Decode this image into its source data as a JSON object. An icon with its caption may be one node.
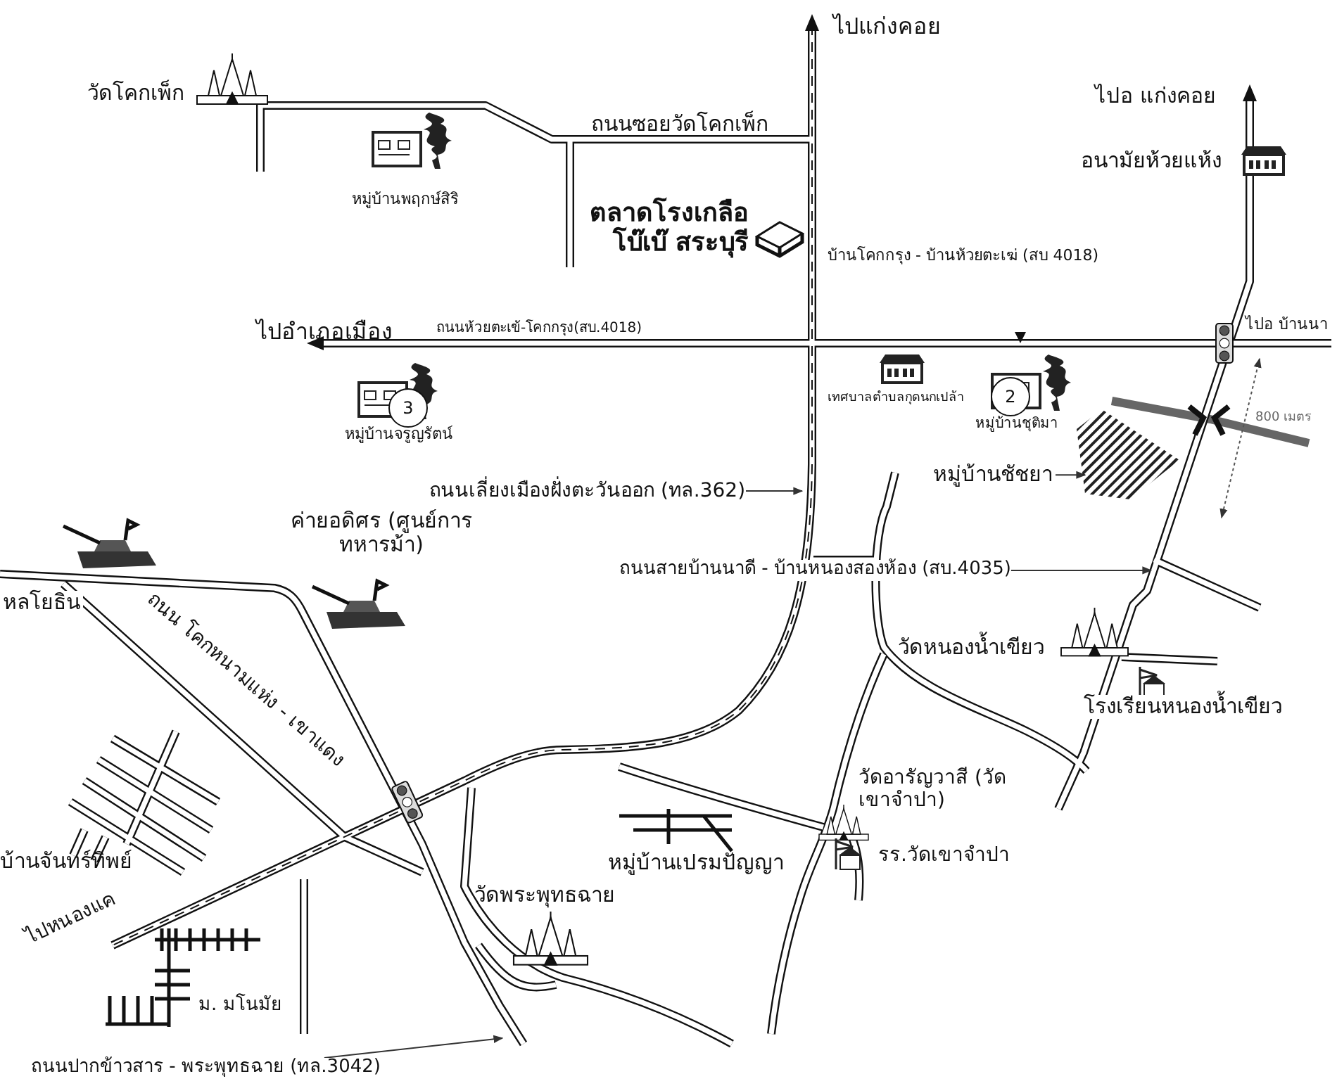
{
  "diagram": {
    "nodes": [
      {
        "text": [
          "ถนนเลี่ยงเมืองฝั่งตะวันออก (ทล.362)"
        ]
      },
      {
        "text": [
          "ถนนสายบ้านนาดี - บ้านหนองสองห้อง (สบ.4035)"
        ]
      },
      {
        "text": [
          "หมู่บ้านชัชยา"
        ]
      },
      {
        "text": [],
        "shape": "polygon"
      },
      {
        "text": [
          "ถนนปากข้าวสาร - พระพุทธฉาย (ทล.3042)"
        ]
      },
      {
        "text": [
          "2"
        ]
      },
      {
        "text": [
          "3"
        ]
      }
    ],
    "edges": [
      {
        "from": 0,
        "to": null,
        "arrow": "to"
      },
      {
        "from": 1,
        "to": null,
        "arrow": "to"
      },
      {
        "from": 2,
        "to": 3,
        "arrow": "to"
      },
      {
        "from": 4,
        "to": null,
        "arrow": "to"
      }
    ],
    "labels": [
      "ไปแก่งคอย",
      "วัดโคกเพ็ก",
      "ไปอ แก่งคอย",
      "ถนนซอยวัดโคกเพ็ก",
      "อนามัยห้วยแห้ง",
      "หมู่บ้านพฤกษ์สิริ",
      "ตลาดโรงเกลือ โบ๊เบ๊ สระบุรี",
      "บ้านโคกกรุง - บ้านห้วยตะเฆ่ (สบ 4018)",
      "ไปอำเภอเมือง",
      "ถนนห้วยตะเข้-โคกกรุง(สบ.4018)",
      "ไปอ บ้านนา",
      "เทศบาลตำบลกุดนกเปล้า",
      "หมู่บ้านชุติมา",
      "800 เมตร",
      "หมู่บ้านจรูญรัตน์",
      "ค่ายอดิศร (ศูนย์การทหารม้า)",
      "หลโยธิน",
      "ถนน โคกหนามแห่ง - เขาแดง",
      "วัดหนองน้ำเขียว",
      "โรงเรียนหนองน้ำเขียว",
      "วัดอารัญวาสี (วัดเขาจำปา)",
      "บ้านจันทร์ทิพย์",
      "หมู่บ้านเปรมปัญญา",
      "รร.วัดเขาจำปา",
      "วัดพระพุทธฉาย",
      "ไปหนองแค",
      "ม. มโนมัย"
    ]
  }
}
